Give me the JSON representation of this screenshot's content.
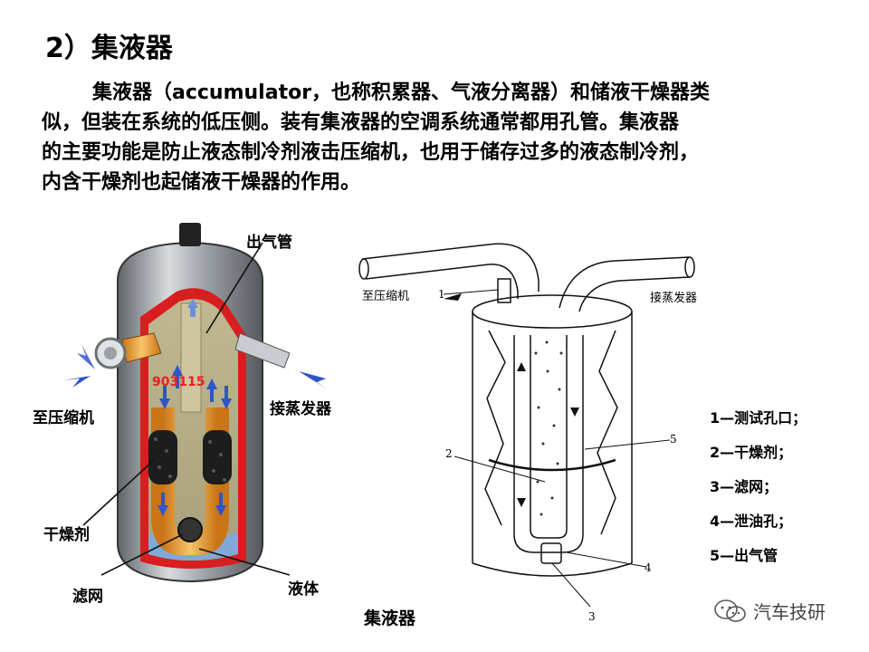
{
  "title": "2）集液器",
  "paragraph": [
    "集液器（accumulator，也称积累器、气液分离器）和储液干燥器类",
    "似，但装在系统的低压侧。装有集液器的空调系统通常都用孔管。集液器",
    "的主要功能是防止液态制冷剂液击压缩机，也用于储存过多的液态制冷剂，",
    "内含干燥剂也起储液干燥器的作用。"
  ],
  "left_diagram": {
    "labels": {
      "outlet_pipe": "出气管",
      "to_compressor": "至压缩机",
      "from_evaporator": "接蒸发器",
      "desiccant": "干燥剂",
      "filter": "滤网",
      "liquid": "液体",
      "serial": "903115"
    }
  },
  "right_diagram": {
    "labels": {
      "to_compressor": "至压缩机",
      "from_evaporator": "接蒸发器",
      "n1": "1",
      "n2": "2",
      "n3": "3",
      "n4": "4",
      "n5": "5"
    },
    "legend": [
      "1—测试孔口；",
      "2—干燥剂；",
      "3—滤网；",
      "4—泄油孔；",
      "5—出气管"
    ]
  },
  "caption": "集液器",
  "brand": "汽车技研",
  "colors": {
    "red_shell": "#d81e1e",
    "blue_arrow": "#2f55c8",
    "orange_tube": "#f3a640",
    "gray_shell": "#8c9196"
  }
}
